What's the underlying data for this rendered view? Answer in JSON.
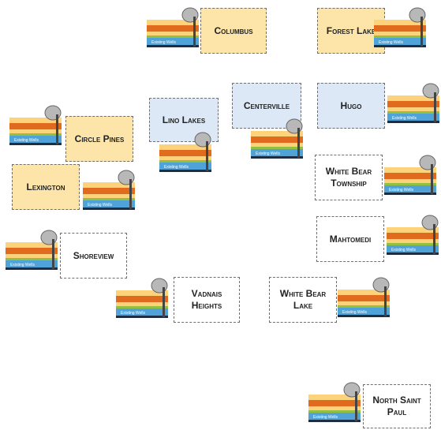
{
  "colors": {
    "orange_box": "#fde5a9",
    "blue_box": "#dde8f6",
    "white_box": "#ffffff",
    "layer_sand": "#fcd37a",
    "layer_orange": "#e06a1e",
    "layer_green": "#93c03f",
    "layer_blue": "#4fa3d8",
    "layer_navy": "#1c2d44",
    "tank": "#b8b8b8"
  },
  "icon": {
    "name": "well-cross-section-icon",
    "label": "Existing Wells"
  },
  "cities": [
    {
      "id": "columbus",
      "name": "Columbus",
      "style": "orange"
    },
    {
      "id": "forest-lake",
      "name": "Forest Lake",
      "style": "orange"
    },
    {
      "id": "lino-lakes",
      "name": "Lino Lakes",
      "style": "blue"
    },
    {
      "id": "centerville",
      "name": "Centerville",
      "style": "blue"
    },
    {
      "id": "hugo",
      "name": "Hugo",
      "style": "blue"
    },
    {
      "id": "circle-pines",
      "name": "Circle Pines",
      "style": "orange"
    },
    {
      "id": "lexington",
      "name": "Lexington",
      "style": "orange"
    },
    {
      "id": "white-bear-township",
      "name": "White Bear Township",
      "style": "white"
    },
    {
      "id": "mahtomedi",
      "name": "Mahtomedi",
      "style": "white"
    },
    {
      "id": "shoreview",
      "name": "Shoreview",
      "style": "white"
    },
    {
      "id": "vadnais-heights",
      "name": "Vadnais Heights",
      "style": "white"
    },
    {
      "id": "white-bear-lake",
      "name": "White Bear Lake",
      "style": "white"
    },
    {
      "id": "north-saint-paul",
      "name": "North Saint Paul",
      "style": "white"
    }
  ]
}
